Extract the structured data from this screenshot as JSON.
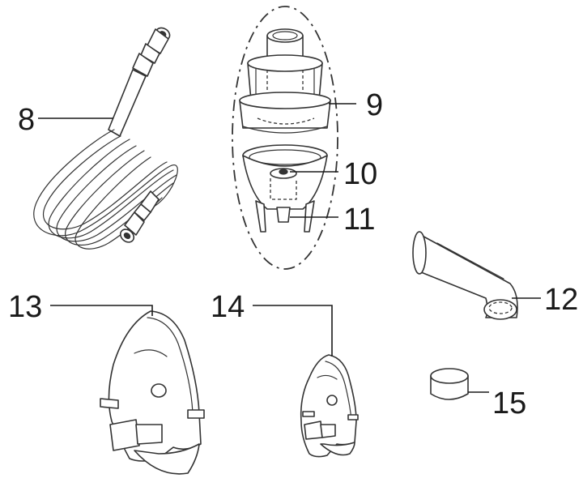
{
  "figure": {
    "labels": {
      "tubing": "8",
      "nebulizer_assembly": "9",
      "baffle": "10",
      "nozzle": "11",
      "mouthpiece": "12",
      "adult_mask": "13",
      "child_mask": "14",
      "cap": "15"
    }
  }
}
